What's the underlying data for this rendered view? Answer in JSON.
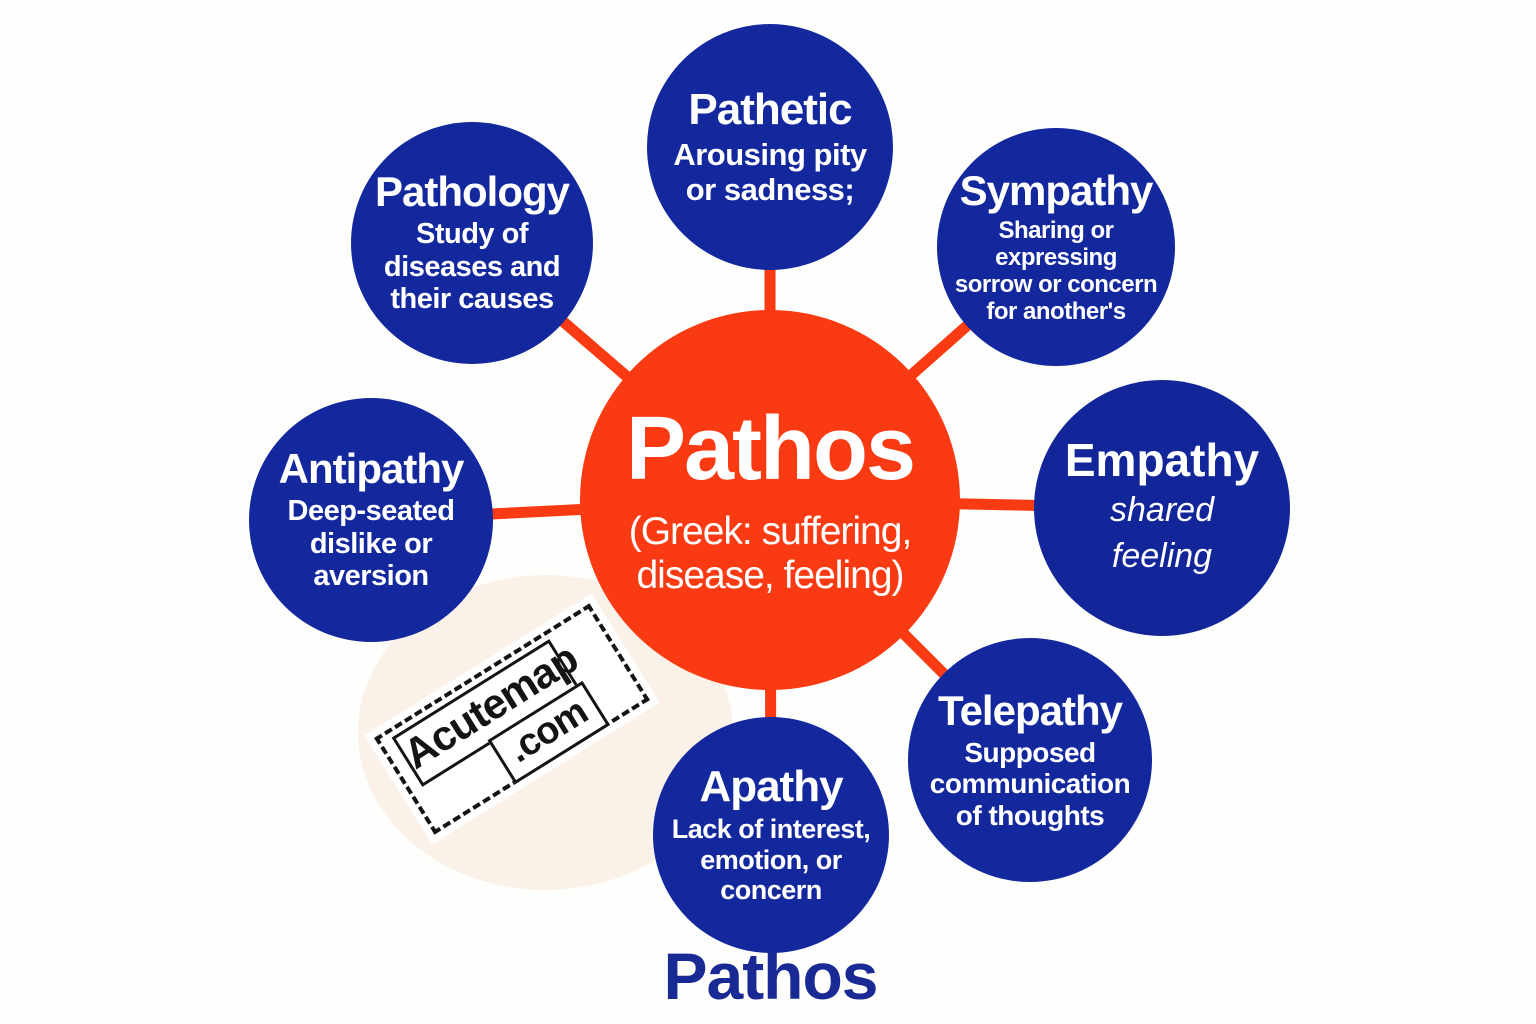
{
  "diagram": {
    "center": {
      "word": "Pathos",
      "origin_lines": [
        "(Greek: suffering,",
        "disease, feeling)"
      ]
    },
    "satellites": [
      {
        "id": "pathetic",
        "word": "Pathetic",
        "lines": [
          "Arousing pity",
          "or sadness;"
        ]
      },
      {
        "id": "sympathy",
        "word": "Sympathy",
        "lines": [
          "Sharing or expressing",
          "sorrow or concern",
          "for another's"
        ]
      },
      {
        "id": "empathy",
        "word": "Empathy",
        "lines": [
          "shared",
          "feeling"
        ],
        "style": "italic"
      },
      {
        "id": "telepathy",
        "word": "Telepathy",
        "lines": [
          "Supposed",
          "communication",
          "of thoughts"
        ]
      },
      {
        "id": "apathy",
        "word": "Apathy",
        "lines": [
          "Lack of interest,",
          "emotion, or",
          "concern"
        ]
      },
      {
        "id": "antipathy",
        "word": "Antipathy",
        "lines": [
          "Deep-seated",
          "dislike or",
          "aversion"
        ]
      },
      {
        "id": "pathology",
        "word": "Pathology",
        "lines": [
          "Study of",
          "diseases and",
          "their causes"
        ]
      }
    ],
    "footer_word": "Pathos",
    "watermark": {
      "name": "Acutemap",
      "tld": ".com"
    },
    "colors": {
      "satellite_navy": "#14289e",
      "center_red": "#f93a12",
      "connector_red": "#f93a12",
      "footer_navy": "#1a2a94",
      "background": "#fefefc",
      "backdrop_cream": "#faf2e8"
    }
  }
}
